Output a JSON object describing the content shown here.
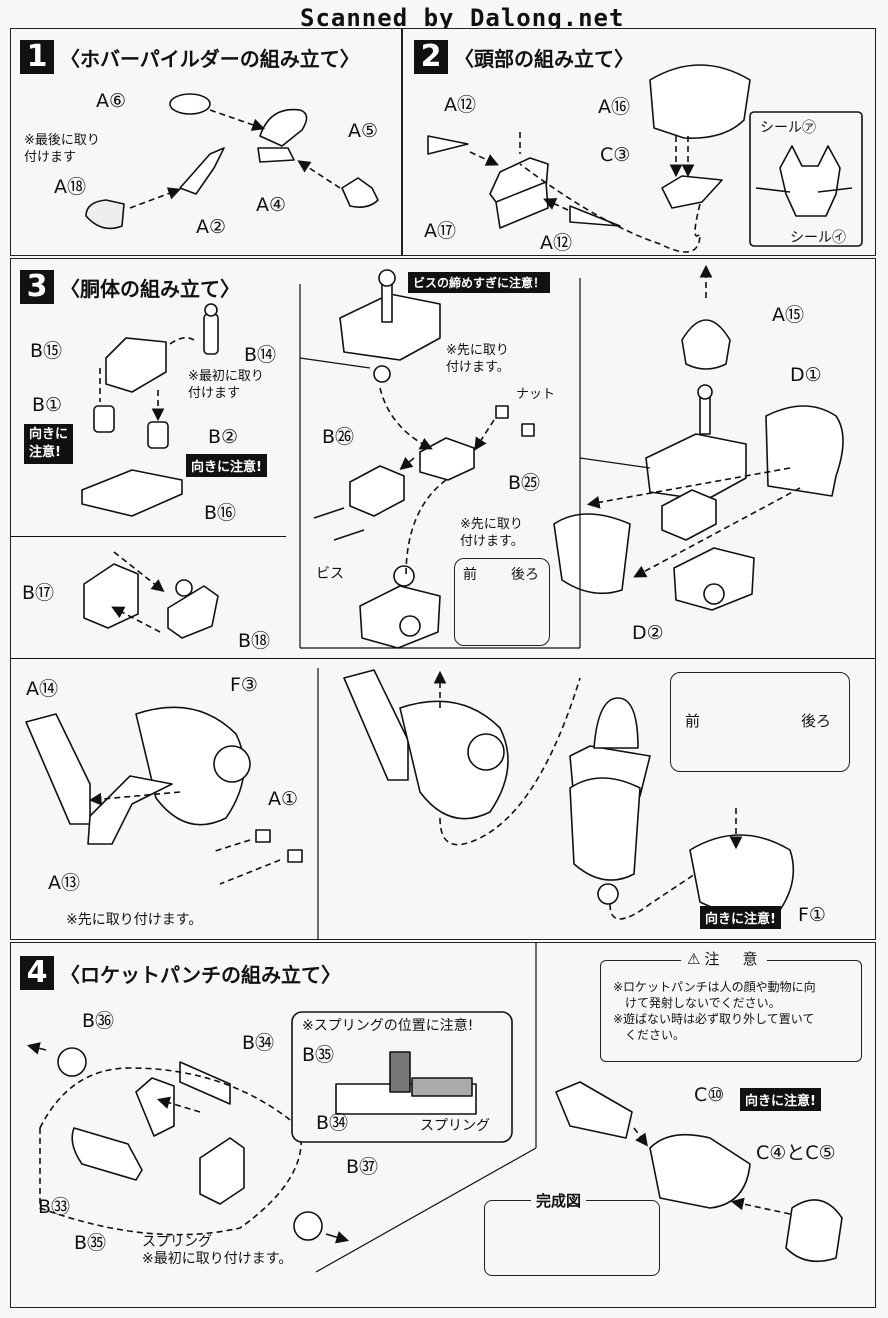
{
  "watermark": "Scanned by Dalong.net",
  "step1": {
    "num": "1",
    "title": "〈ホバーパイルダーの組み立て〉",
    "labels": {
      "a6": "A⑥",
      "a5": "A⑤",
      "a18": "A⑱",
      "a4": "A④",
      "a2": "A②"
    },
    "note": [
      "※最後に取り",
      "付けます"
    ]
  },
  "step2": {
    "num": "2",
    "title": "〈頭部の組み立て〉",
    "labels": {
      "a12top": "A⑫",
      "a16": "A⑯",
      "c3": "C③",
      "a17": "A⑰",
      "a12bottom": "A⑫"
    },
    "seal_a": "シール㋐",
    "seal_i": "シール㋑"
  },
  "step3": {
    "num": "3",
    "title": "〈胴体の組み立て〉",
    "labels": {
      "b15": "B⑮",
      "b14": "B⑭",
      "b1": "B①",
      "b2": "B②",
      "b16": "B⑯",
      "b17": "B⑰",
      "b18": "B⑱",
      "b26": "B㉖",
      "b25": "B㉕",
      "a15": "A⑮",
      "d1": "D①",
      "d2": "D②",
      "a14": "A⑭",
      "f3": "F③",
      "a1": "A①",
      "a13": "A⑬",
      "f1": "F①"
    },
    "note_first": [
      "※最初に取り",
      "付けます"
    ],
    "warn_direction": [
      "向きに",
      "注意!"
    ],
    "warn_direction_inline": "向きに注意!",
    "warn_screw": "ビスの締めすぎに注意！",
    "note_attach_first": [
      "※先に取り",
      "付けます。"
    ],
    "nut": "ナット",
    "screw": "ビス",
    "front": "前",
    "back": "後ろ",
    "note_attach_first_2": "※先に取り付けます。",
    "warn_direction_f1": "向きに注意!"
  },
  "step4": {
    "num": "4",
    "title": "〈ロケットパンチの組み立て〉",
    "labels": {
      "b36": "B㊱",
      "b34": "B㉞",
      "b33": "B㉝",
      "b35": "B㉟",
      "b37": "B㊲",
      "b35b": "B㉟",
      "b34b": "B㉞",
      "c10": "C⑩",
      "c4c5": "C④とC⑤"
    },
    "spring_warn": "※スプリングの位置に注意!",
    "spring": "スプリング",
    "spring_note": [
      "スプリング",
      "※最初に取り付けます。"
    ],
    "warn_direction": "向きに注意!",
    "caution_title": "⚠注　意",
    "caution_lines": [
      "※ロケットパンチは人の顔や動物に向",
      "　けて発射しないでください。",
      "※遊ばない時は必ず取り外して置いて",
      "　ください。"
    ],
    "complete": "完成図"
  }
}
